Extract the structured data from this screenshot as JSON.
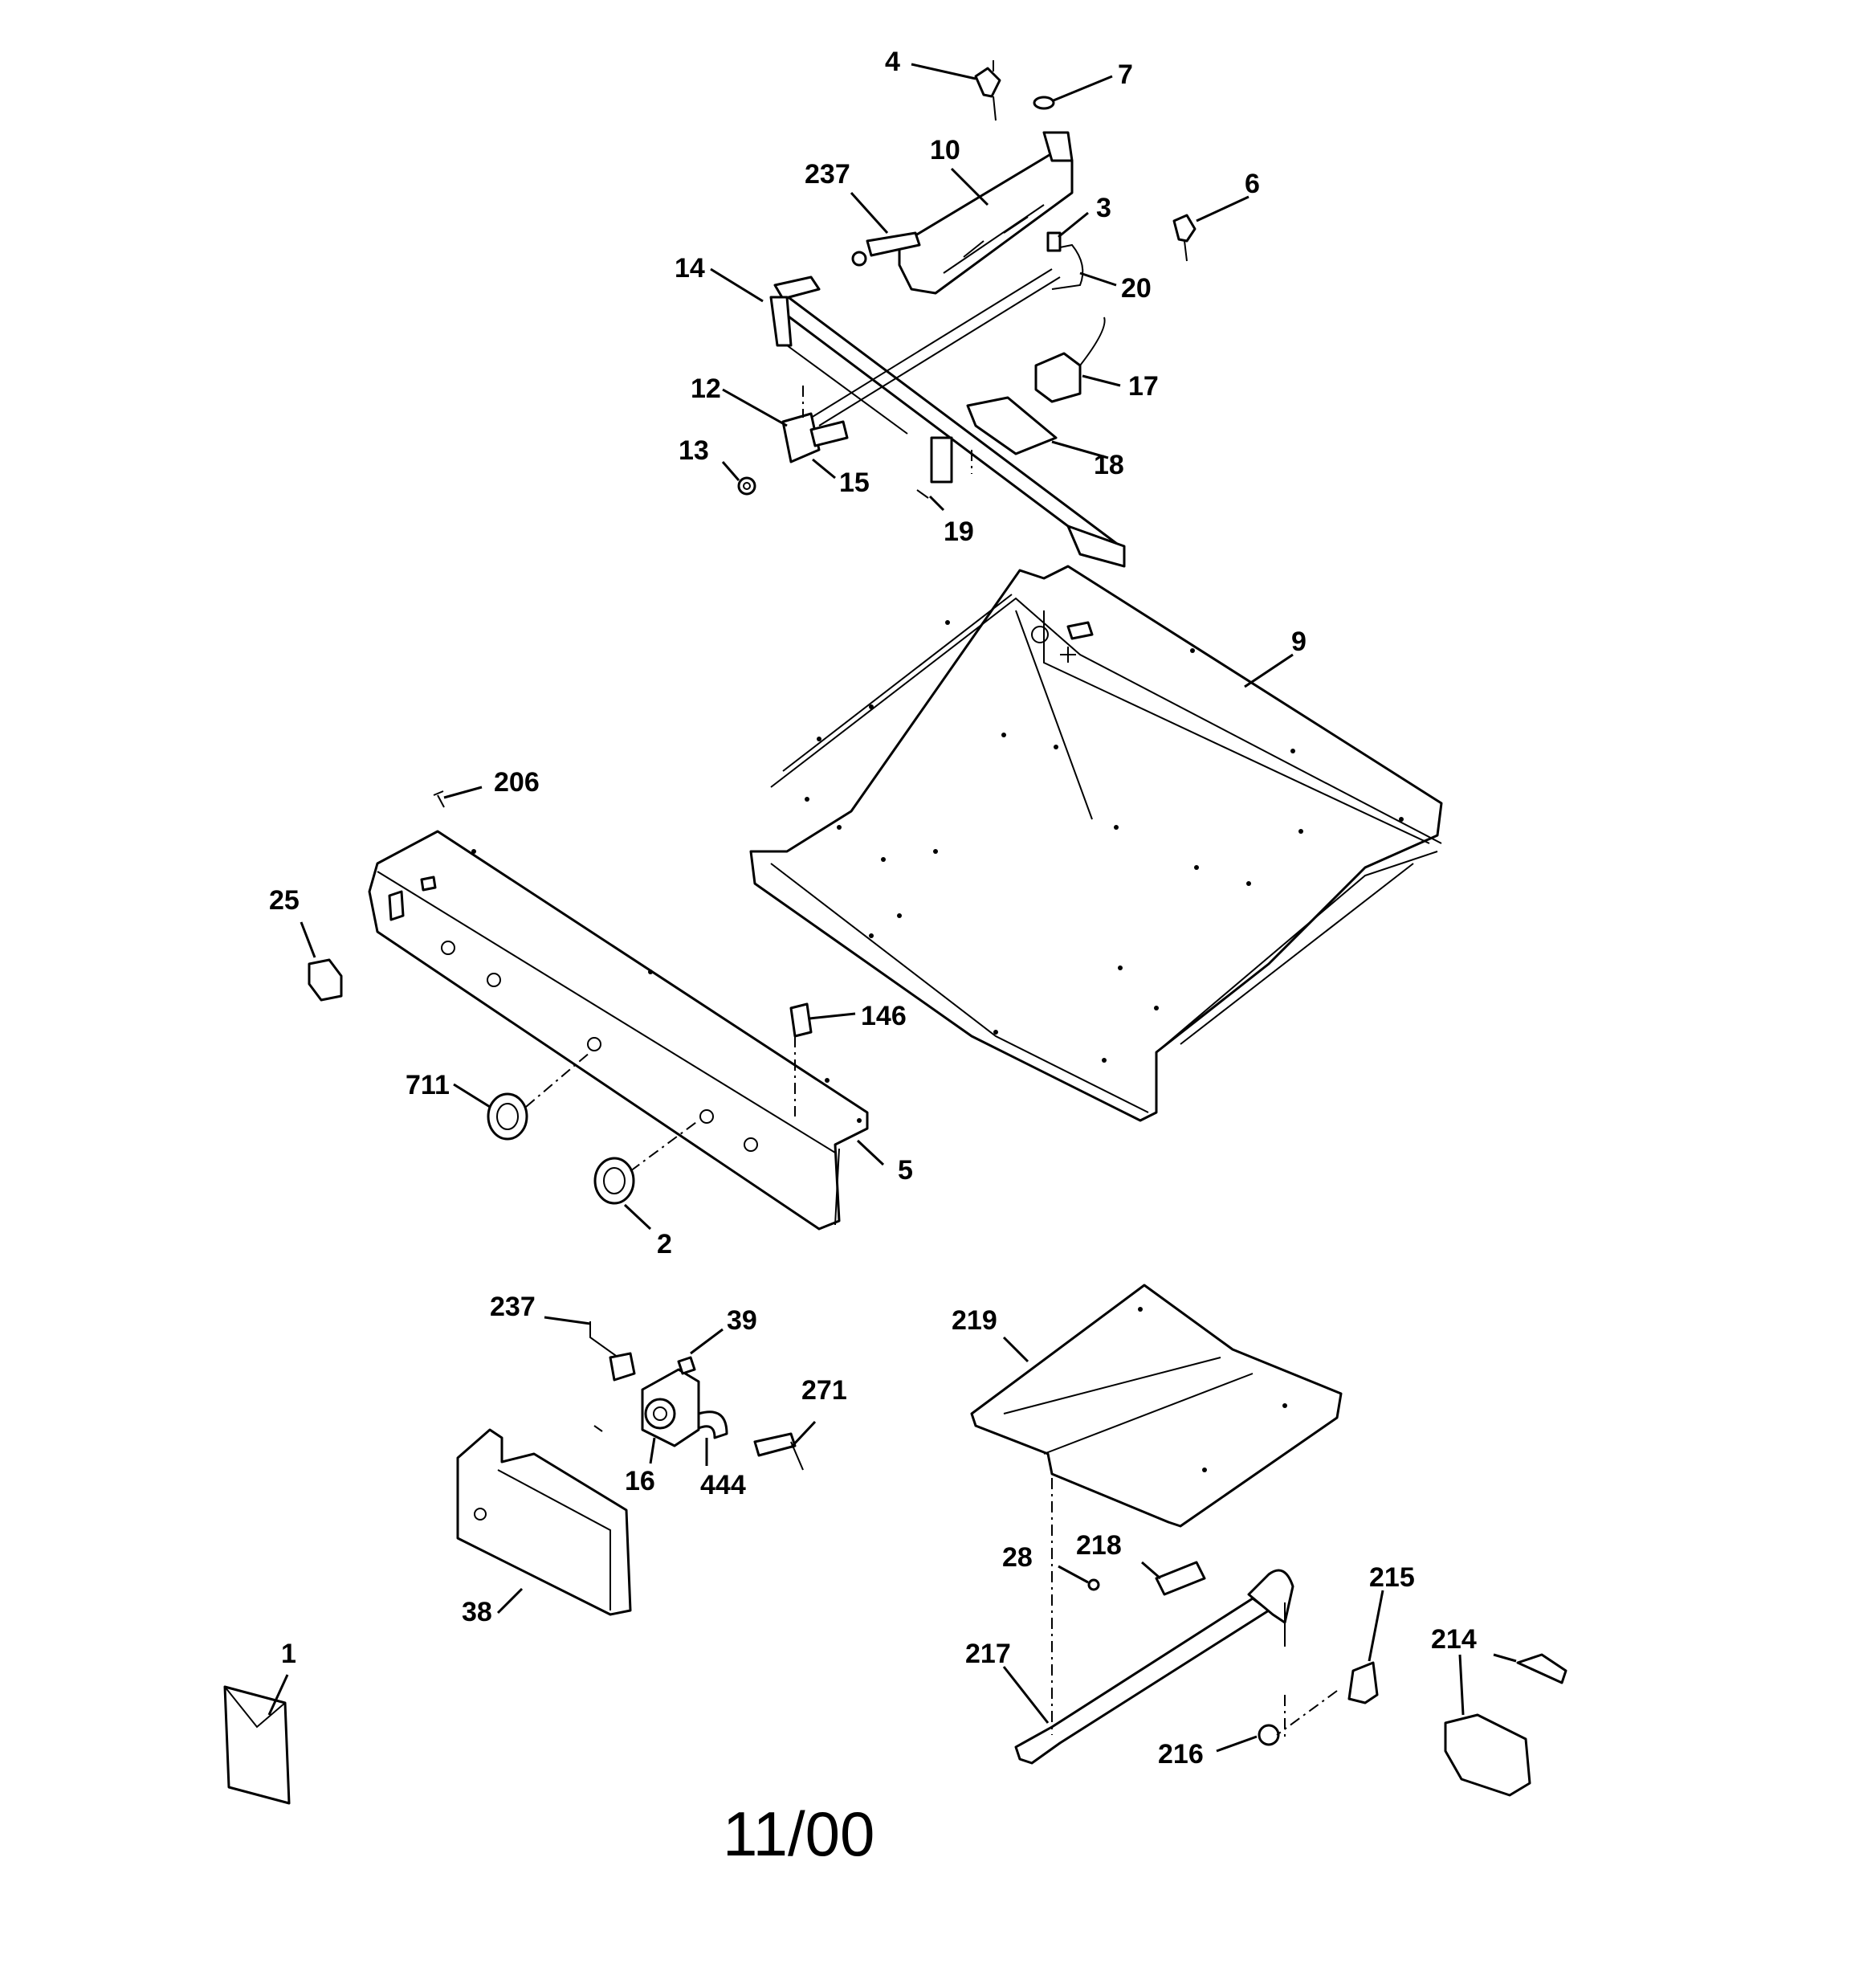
{
  "date_code": "11/00",
  "callouts": {
    "c4": "4",
    "c7": "7",
    "c10": "10",
    "c237a": "237",
    "c3": "3",
    "c6": "6",
    "c14": "14",
    "c20": "20",
    "c17": "17",
    "c12": "12",
    "c18": "18",
    "c13": "13",
    "c15": "15",
    "c19": "19",
    "c9": "9",
    "c206": "206",
    "c25": "25",
    "c146": "146",
    "c711": "711",
    "c5": "5",
    "c2": "2",
    "c237b": "237",
    "c39": "39",
    "c271": "271",
    "c16": "16",
    "c444": "444",
    "c38": "38",
    "c219": "219",
    "c28": "28",
    "c218": "218",
    "c215": "215",
    "c214": "214",
    "c1": "1",
    "c217": "217",
    "c216": "216"
  }
}
